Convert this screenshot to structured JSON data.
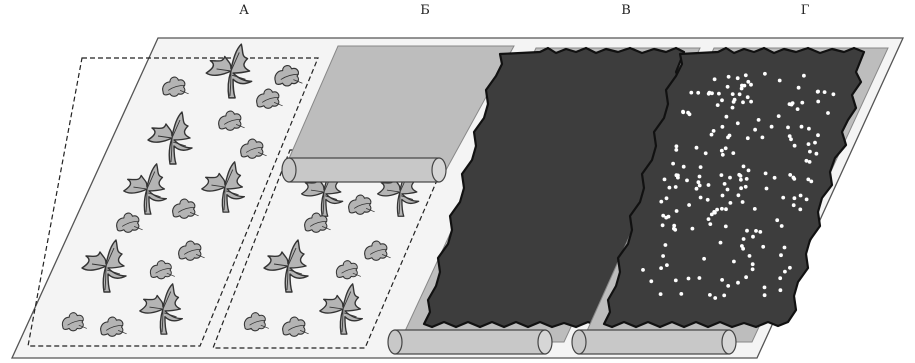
{
  "panels": [
    {
      "id": "a",
      "label": "А"
    },
    {
      "id": "b",
      "label": "Б"
    },
    {
      "id": "c",
      "label": "В"
    },
    {
      "id": "d",
      "label": "Г"
    }
  ],
  "colors": {
    "sheet": "#f4f4f4",
    "sheet_edge": "#555555",
    "gray_film": "#bdbdbd",
    "dark_layer": "#3d3d3d",
    "leaf_fill": "#b4b4b4",
    "leaf_stroke": "#333333",
    "dot": "#ffffff"
  },
  "icons": [
    "leaf-icon",
    "paper-roll-icon"
  ]
}
